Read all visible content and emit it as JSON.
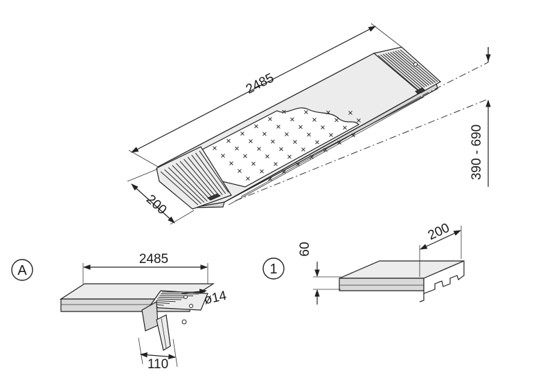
{
  "main_view": {
    "length_label": "2485",
    "width_label": "200",
    "height_range_label": "390 - 690"
  },
  "detail_a": {
    "marker": "A",
    "length_label": "2485",
    "diameter_label": "ø14",
    "depth_label": "110"
  },
  "detail_1": {
    "marker": "1",
    "height_label": "60",
    "width_label": "200"
  }
}
